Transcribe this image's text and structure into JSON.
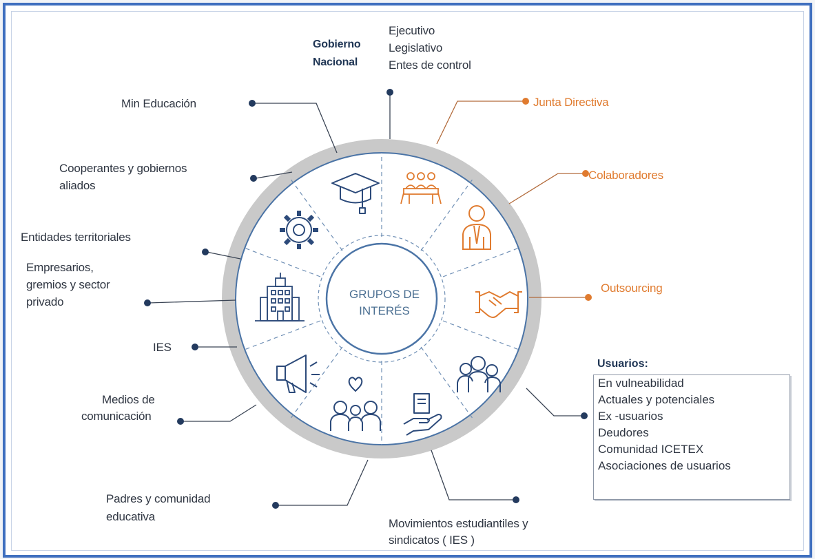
{
  "center": {
    "line1": "GRUPOS DE",
    "line2": "INTERÉS"
  },
  "gobierno": {
    "title1": "Gobierno",
    "title2": "Nacional",
    "items": [
      "Ejecutivo",
      "Legislativo",
      "Entes de control"
    ]
  },
  "left_labels": {
    "min_educacion": "Min Educación",
    "cooperantes_1": "Cooperantes y gobiernos",
    "cooperantes_2": "aliados",
    "entidades": "Entidades territoriales",
    "empresarios_1": "Empresarios,",
    "empresarios_2": "gremios y sector",
    "empresarios_3": "privado",
    "ies": "IES",
    "medios_1": "Medios de",
    "medios_2": "comunicación",
    "padres_1": "Padres y comunidad",
    "padres_2": "educativa"
  },
  "right_labels": {
    "junta": "Junta Directiva",
    "colaboradores": "Colaboradores",
    "outsourcing": "Outsourcing"
  },
  "bottom_labels": {
    "movimientos_1": "Movimientos estudiantiles y",
    "movimientos_2": "sindicatos ( IES )"
  },
  "usuarios": {
    "title": "Usuarios:",
    "items": [
      "En vulneabilidad",
      "Actuales y potenciales",
      "Ex -usuarios",
      "Deudores",
      "Comunidad ICETEX",
      "Asociaciones de usuarios"
    ]
  },
  "colors": {
    "navy": "#2c4a7a",
    "orange": "#e07b2f",
    "ring": "#c8c8c8",
    "frame": "#3f6fbf"
  },
  "icons": [
    "graduation-cap-icon",
    "meeting-table-icon",
    "businessman-icon",
    "handshake-icon",
    "users-group-icon",
    "book-in-hand-icon",
    "family-heart-icon",
    "megaphone-icon",
    "building-icon",
    "gear-icon"
  ]
}
